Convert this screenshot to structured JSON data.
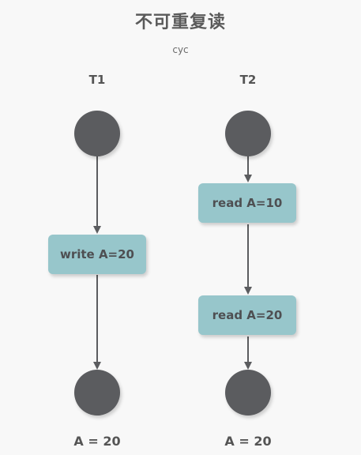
{
  "title": "不可重复读",
  "subtitle": "cyc",
  "lanes": [
    {
      "label": "T1",
      "operations": [
        "write A=20"
      ],
      "result": "A = 20"
    },
    {
      "label": "T2",
      "operations": [
        "read A=10",
        "read A=20"
      ],
      "result": "A = 20"
    }
  ],
  "colors": {
    "node": "#5b5c5f",
    "box": "#97c6cb",
    "arrow": "#5b5c5f",
    "background": "#f8f8f8"
  }
}
